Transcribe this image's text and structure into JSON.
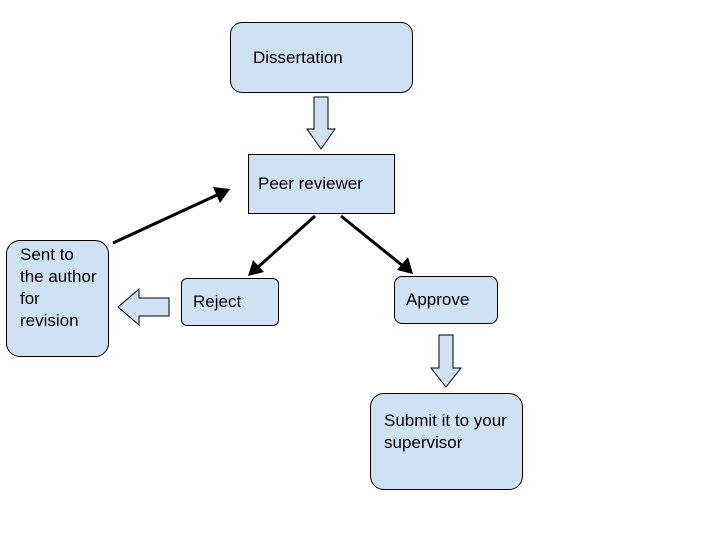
{
  "diagram": {
    "nodes": {
      "dissertation": "Dissertation",
      "peer_reviewer": "Peer reviewer",
      "reject": "Reject",
      "approve": "Approve",
      "sent_for_revision": "Sent to the author for revision",
      "submit_supervisor": "Submit it to your supervisor"
    },
    "colors": {
      "node_fill": "#cfe2f3",
      "stroke": "#000000",
      "background": "#ffffff"
    }
  }
}
